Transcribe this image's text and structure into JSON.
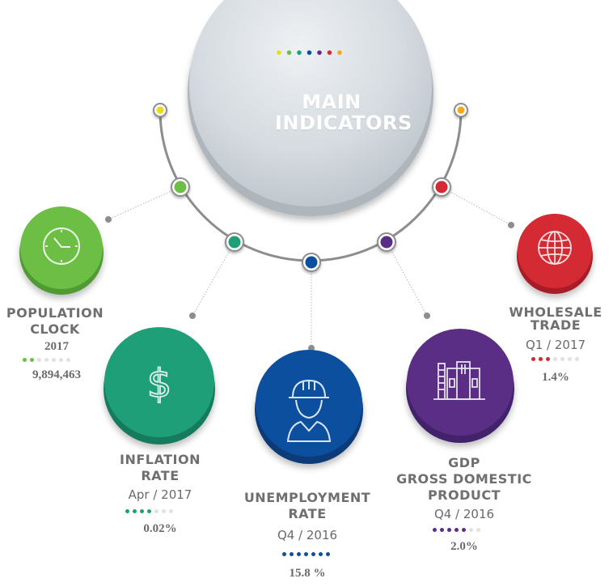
{
  "title_lines": [
    "MAIN",
    "INDICATORS"
  ],
  "colors": {
    "yellow": "#eadc18",
    "green": "#6cbe45",
    "teal": "#1e9f78",
    "blue": "#0c4f9e",
    "purple": "#5a2e85",
    "red": "#d42a33",
    "orange": "#f5a81c",
    "dot_inactive": "#e1e1e1",
    "arc": "#8d8d8d",
    "text": "#6f6f6f"
  },
  "title_dots": [
    "#eadc18",
    "#6cbe45",
    "#1e9f78",
    "#0c4f9e",
    "#5a2e85",
    "#d42a33",
    "#f5a81c"
  ],
  "indicators": [
    {
      "key": "population",
      "label_lines": [
        "POPULATION",
        "CLOCK"
      ],
      "period": "2017",
      "value": "9,894,463",
      "color": "#6cbe45",
      "icon": "clock-icon",
      "progress": {
        "filled": 2,
        "total": 7
      }
    },
    {
      "key": "inflation",
      "label_lines": [
        "INFLATION",
        "RATE"
      ],
      "period": "Apr / 2017",
      "value": "0.02%",
      "color": "#1e9f78",
      "icon": "dollar-icon",
      "progress": {
        "filled": 4,
        "total": 7
      }
    },
    {
      "key": "unemployment",
      "label_lines": [
        "UNEMPLOYMENT",
        "RATE"
      ],
      "period": "Q4 / 2016",
      "value": "15.8 %",
      "color": "#0c4f9e",
      "icon": "worker-icon",
      "progress": {
        "filled": 7,
        "total": 7
      }
    },
    {
      "key": "gdp",
      "label_lines": [
        "GDP",
        "GROSS DOMESTIC",
        "PRODUCT"
      ],
      "period": "Q4 / 2016",
      "value": "2.0%",
      "color": "#5a2e85",
      "icon": "factory-icon",
      "progress": {
        "filled": 5,
        "total": 7
      }
    },
    {
      "key": "wholesale",
      "label_lines": [
        "WHOLESALE",
        "TRADE"
      ],
      "period": "Q1 / 2017",
      "value": "1.4%",
      "color": "#d42a33",
      "icon": "globe-icon",
      "progress": {
        "filled": 3,
        "total": 7
      }
    }
  ]
}
